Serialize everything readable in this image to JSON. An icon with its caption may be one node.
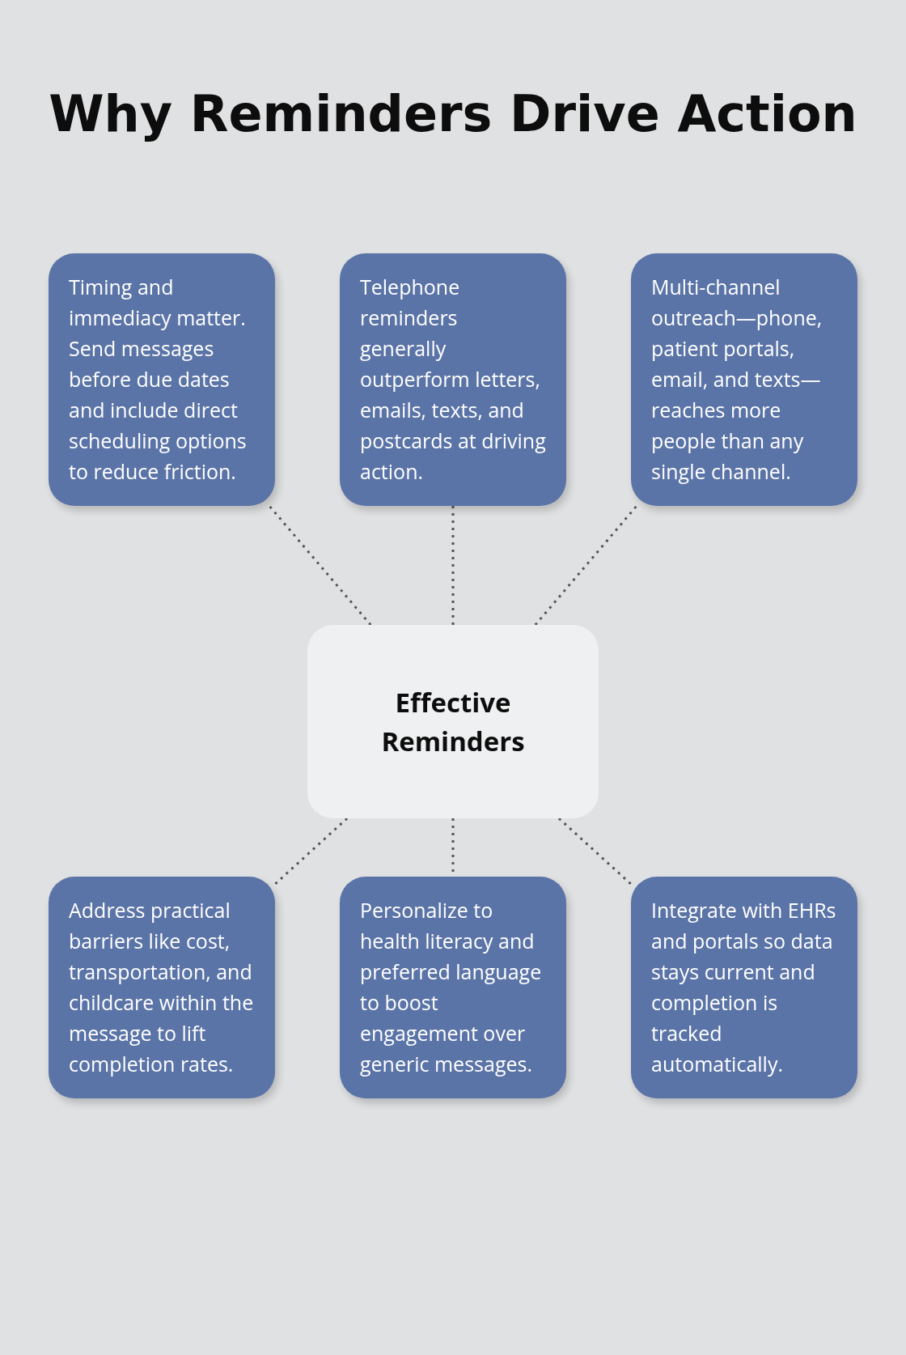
{
  "diagram": {
    "title": "Why Reminders Drive Action",
    "nodes": [
      {
        "text": [
          "Timing and immediacy matter. Send messages before due dates and include direct scheduling options to reduce friction."
        ]
      },
      {
        "text": [
          "Telephone reminders generally outperform letters, emails, texts, and postcards at driving action."
        ]
      },
      {
        "text": [
          "Multi-channel outreach—phone, patient portals, email, and texts—reaches more people than any single channel."
        ]
      },
      {
        "text": [
          "Effective Reminders"
        ]
      },
      {
        "text": [
          "Address practical barriers like cost, transportation, and childcare within the message to lift completion rates."
        ]
      },
      {
        "text": [
          "Personalize to health literacy and preferred language to boost engagement over generic messages."
        ]
      },
      {
        "text": [
          "Integrate with EHRs and portals so data stays current and completion is tracked automatically."
        ]
      }
    ],
    "edges": [
      {
        "from": 3,
        "to": 0,
        "arrow": "none",
        "style": "dashed"
      },
      {
        "from": 3,
        "to": 1,
        "arrow": "none",
        "style": "dashed"
      },
      {
        "from": 3,
        "to": 2,
        "arrow": "none",
        "style": "dashed"
      },
      {
        "from": 3,
        "to": 4,
        "arrow": "none",
        "style": "dashed"
      },
      {
        "from": 3,
        "to": 5,
        "arrow": "none",
        "style": "dashed"
      },
      {
        "from": 3,
        "to": 6,
        "arrow": "none",
        "style": "dashed"
      }
    ]
  }
}
